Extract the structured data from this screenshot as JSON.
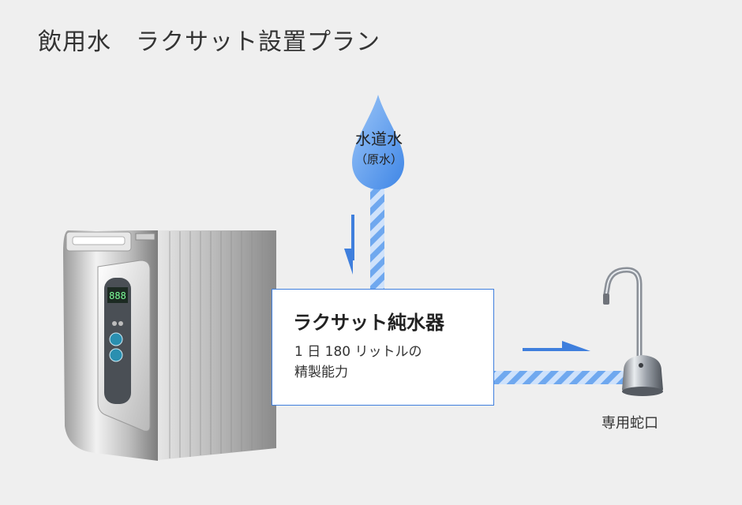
{
  "title": "飲用水　ラクサット設置プラン",
  "water_source": {
    "label": "水道水",
    "sublabel": "（原水）"
  },
  "purifier": {
    "name": "ラクサット純水器",
    "desc_line1": "1 日 180 リットルの",
    "desc_line2": "精製能力",
    "display_digits": "888"
  },
  "faucet": {
    "label": "専用蛇口"
  },
  "colors": {
    "accent": "#3f7fdd",
    "pipe_stripe": "#6fa8ef",
    "pipe_light": "#cfe2fb",
    "drop": "#5d9cee"
  },
  "icons": [
    "water-drop-icon",
    "down-arrow-icon",
    "right-arrow-icon",
    "purifier-device-icon",
    "faucet-icon"
  ]
}
